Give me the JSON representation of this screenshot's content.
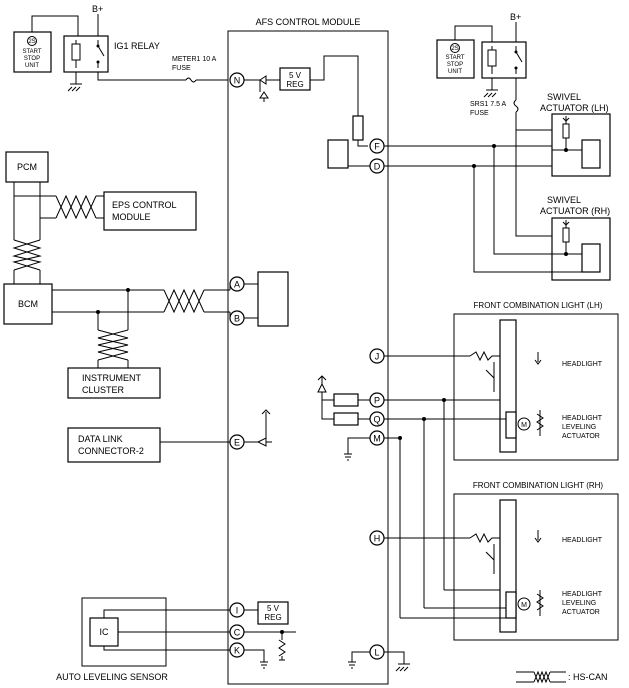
{
  "title": "AFS CONTROL MODULE",
  "power": {
    "b_plus_left": "B+",
    "b_plus_right": "B+",
    "ig1_relay": "IG1 RELAY",
    "meter_fuse_line1": "METER1 10 A",
    "meter_fuse_line2": "FUSE",
    "srs_fuse_line1": "SRS1 7.5 A",
    "srs_fuse_line2": "FUSE",
    "start_stop_left": [
      "START",
      "STOP",
      "UNIT"
    ],
    "start_stop_right": [
      "START",
      "STOP",
      "UNIT"
    ],
    "two_s": "2S"
  },
  "modules": {
    "pcm": "PCM",
    "eps_line1": "EPS CONTROL",
    "eps_line2": "MODULE",
    "bcm": "BCM",
    "cluster_line1": "INSTRUMENT",
    "cluster_line2": "CLUSTER",
    "dlc_line1": "DATA LINK",
    "dlc_line2": "CONNECTOR-2",
    "ic": "IC",
    "auto_leveling": "AUTO LEVELING SENSOR"
  },
  "regulators": {
    "reg_top_line1": "5 V",
    "reg_top_line2": "REG",
    "reg_bottom_line1": "5 V",
    "reg_bottom_line2": "REG"
  },
  "pins": {
    "N": "N",
    "F": "F",
    "D": "D",
    "A": "A",
    "B": "B",
    "J": "J",
    "P": "P",
    "Q": "Q",
    "M": "M",
    "E": "E",
    "H": "H",
    "I": "I",
    "C": "C",
    "K": "K",
    "L": "L"
  },
  "actuators": {
    "swivel_lh_line1": "SWIVEL",
    "swivel_lh_line2": "ACTUATOR (LH)",
    "swivel_rh_line1": "SWIVEL",
    "swivel_rh_line2": "ACTUATOR (RH)"
  },
  "lights": {
    "lh_title": "FRONT COMBINATION LIGHT (LH)",
    "rh_title": "FRONT COMBINATION LIGHT (RH)",
    "headlight": "HEADLIGHT",
    "leveling_line1": "HEADLIGHT",
    "leveling_line2": "LEVELING",
    "leveling_line3": "ACTUATOR",
    "motor": "M"
  },
  "legend": {
    "hs_can": ": HS-CAN"
  }
}
